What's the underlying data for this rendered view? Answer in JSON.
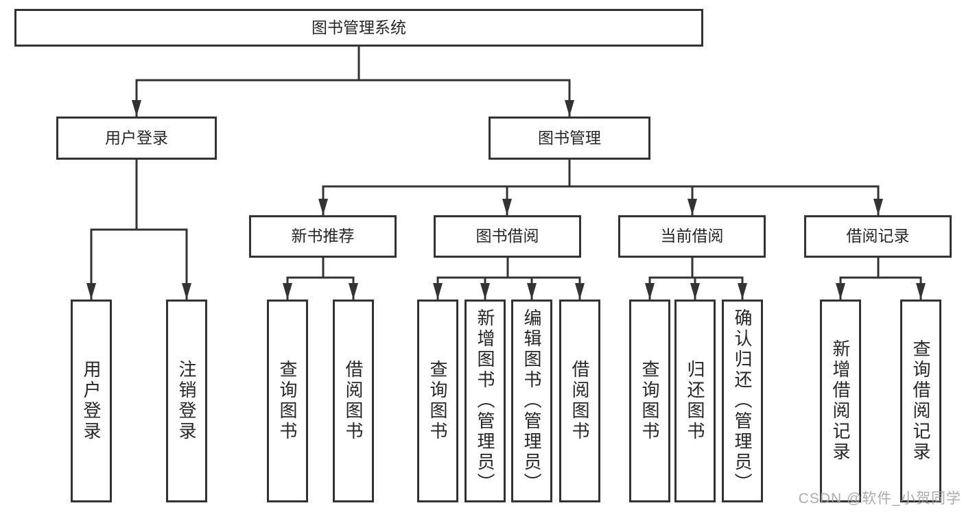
{
  "root": {
    "label": "图书管理系统"
  },
  "level2": {
    "user_login": {
      "label": "用户登录"
    },
    "book_mgmt": {
      "label": "图书管理"
    }
  },
  "level3": {
    "new_books": {
      "label": "新书推荐"
    },
    "borrow": {
      "label": "图书借阅"
    },
    "current": {
      "label": "当前借阅"
    },
    "records": {
      "label": "借阅记录"
    }
  },
  "leaves": {
    "user_login": [
      "用户登录",
      "注销登录"
    ],
    "new_books": [
      "查询图书",
      "借阅图书"
    ],
    "borrow": [
      "查询图书",
      "新增图书（管理员）",
      "编辑图书（管理员）",
      "借阅图书"
    ],
    "current": [
      "查询图书",
      "归还图书",
      "确认归还（管理员）"
    ],
    "records": [
      "新增借阅记录",
      "查询借阅记录"
    ]
  },
  "watermark": "CSDN @软件_小贺同学",
  "colors": {
    "line": "#333333",
    "text": "#262626",
    "watermark": "#a2a2a8",
    "background": "#ffffff"
  }
}
